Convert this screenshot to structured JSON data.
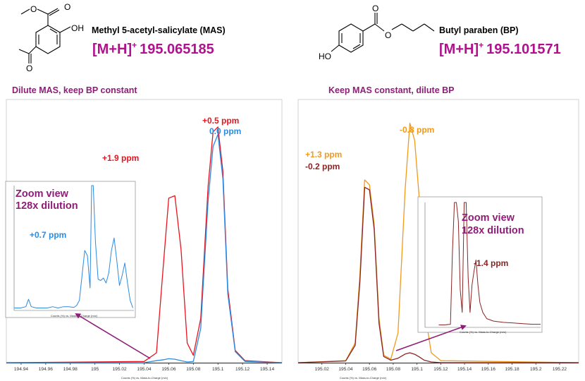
{
  "compounds": {
    "mas": {
      "name": "Methyl 5-acetyl-salicylate (MAS)",
      "ion": "[M+H]",
      "charge": "+",
      "mass": "195.065185"
    },
    "bp": {
      "name": "Butyl paraben (BP)",
      "ion": "[M+H]",
      "charge": "+",
      "mass": "195.101571"
    }
  },
  "atom_labels": {
    "o": "O",
    "oh": "OH",
    "ho": "HO"
  },
  "panels": {
    "left": {
      "caption": "Dilute MAS, keep BP constant"
    },
    "right": {
      "caption": "Keep MAS constant, dilute BP"
    }
  },
  "colors": {
    "red": "#e8141e",
    "blue": "#2b8be0",
    "orange": "#f09a1c",
    "darkred": "#8a2525",
    "magenta": "#8f1d78"
  },
  "chart_data": [
    {
      "type": "line",
      "xlabel": "Counts (%) vs. Mass-to-Charge (m/z)",
      "ylabel": "",
      "xlim": [
        194.928,
        195.152
      ],
      "ylim": [
        0,
        100
      ],
      "xticks": [
        194.94,
        194.96,
        194.98,
        195,
        195.02,
        195.04,
        195.06,
        195.08,
        195.1,
        195.12,
        195.14
      ],
      "series": [
        {
          "name": "",
          "color": "#e8141e",
          "x": [
            194.928,
            195.04,
            195.05,
            195.056,
            195.06,
            195.065,
            195.07,
            195.075,
            195.08,
            195.086,
            195.092,
            195.096,
            195.1,
            195.104,
            195.108,
            195.114,
            195.122,
            195.152
          ],
          "y": [
            0,
            0.5,
            4,
            42,
            67,
            68,
            46,
            8,
            3,
            18,
            72,
            94,
            96,
            78,
            30,
            5,
            0.8,
            0
          ]
        },
        {
          "name": "",
          "color": "#2b8be0",
          "x": [
            194.928,
            195.04,
            195.05,
            195.056,
            195.06,
            195.065,
            195.07,
            195.075,
            195.08,
            195.086,
            195.092,
            195.096,
            195.1,
            195.104,
            195.108,
            195.114,
            195.122,
            195.152
          ],
          "y": [
            0,
            0,
            0.8,
            1.2,
            1.6,
            1.4,
            0.8,
            0.3,
            0.5,
            14,
            66,
            88,
            93,
            75,
            28,
            4.5,
            0.5,
            0
          ]
        }
      ],
      "annotations": [
        {
          "text": "+1.9 ppm",
          "color": "#e8141e"
        },
        {
          "text": "+0.5 ppm",
          "color": "#e8141e"
        },
        {
          "text": "0.0 ppm",
          "color": "#2b8be0"
        }
      ],
      "inset": {
        "title": "Zoom view",
        "subtitle": "128x dilution",
        "annotation": "+0.7 ppm",
        "color": "#2b8be0",
        "x": [
          194.928,
          194.94,
          194.95,
          194.955,
          194.96,
          194.97,
          194.98,
          194.99,
          195,
          195.01,
          195.02,
          195.03,
          195.04,
          195.045,
          195.05,
          195.055,
          195.06,
          195.065,
          195.07,
          195.073,
          195.076,
          195.08,
          195.085,
          195.09,
          195.095,
          195.1,
          195.105,
          195.11,
          195.115,
          195.12,
          195.125,
          195.13,
          195.135,
          195.14,
          195.145,
          195.15
        ],
        "y": [
          2,
          2,
          3,
          9,
          3,
          2,
          2,
          2,
          3,
          2,
          3,
          3,
          2.5,
          4,
          8,
          28,
          48,
          44,
          18,
          100,
          100,
          55,
          25,
          24,
          26,
          22,
          30,
          48,
          58,
          40,
          20,
          28,
          38,
          22,
          8,
          2
        ]
      }
    },
    {
      "type": "line",
      "xlabel": "Counts (%) vs. Mass-to-Charge (m/z)",
      "ylabel": "",
      "xlim": [
        195.0,
        195.236
      ],
      "ylim": [
        0,
        100
      ],
      "xticks": [
        195.02,
        195.04,
        195.06,
        195.08,
        195.1,
        195.12,
        195.14,
        195.16,
        195.18,
        195.2,
        195.22
      ],
      "series": [
        {
          "name": "",
          "color": "#f09a1c",
          "x": [
            195.0,
            195.04,
            195.048,
            195.052,
            195.056,
            195.06,
            195.064,
            195.068,
            195.072,
            195.078,
            195.084,
            195.09,
            195.094,
            195.098,
            195.102,
            195.106,
            195.112,
            195.12,
            195.236
          ],
          "y": [
            0,
            0.8,
            8,
            36,
            74,
            72,
            56,
            18,
            3,
            1.5,
            12,
            70,
            97,
            90,
            66,
            22,
            4,
            0.8,
            0
          ]
        },
        {
          "name": "",
          "color": "#8a2525",
          "x": [
            195.0,
            195.04,
            195.048,
            195.052,
            195.056,
            195.06,
            195.064,
            195.068,
            195.072,
            195.078,
            195.084,
            195.09,
            195.094,
            195.098,
            195.102,
            195.106,
            195.112,
            195.12,
            195.236
          ],
          "y": [
            0,
            0.7,
            7,
            33,
            71,
            70,
            54,
            16,
            2.5,
            1,
            1.8,
            3.5,
            4,
            3.4,
            2.3,
            1,
            0.3,
            0,
            0
          ]
        }
      ],
      "annotations": [
        {
          "text": "-0.8 ppm",
          "color": "#f09a1c"
        },
        {
          "text": "+1.3 ppm",
          "color": "#f09a1c"
        },
        {
          "text": "-0.2 ppm",
          "color": "#8a2525"
        }
      ],
      "inset": {
        "title": "Zoom view",
        "subtitle": "128x dilution",
        "annotation": "-1.4 ppm",
        "color": "#8a2525",
        "x": [
          195.028,
          195.04,
          195.052,
          195.056,
          195.06,
          195.064,
          195.068,
          195.072,
          195.076,
          195.08,
          195.084,
          195.088,
          195.092,
          195.096,
          195.1,
          195.104,
          195.108,
          195.112,
          195.118,
          195.126,
          195.14,
          195.16,
          195.18,
          195.2,
          195.22,
          195.236
        ],
        "y": [
          2,
          2,
          2.5,
          60,
          100,
          100,
          85,
          30,
          12,
          100,
          100,
          40,
          12,
          34,
          45,
          54,
          34,
          20,
          12,
          7,
          5,
          4,
          3.5,
          3,
          2.5,
          2.5
        ]
      }
    }
  ]
}
